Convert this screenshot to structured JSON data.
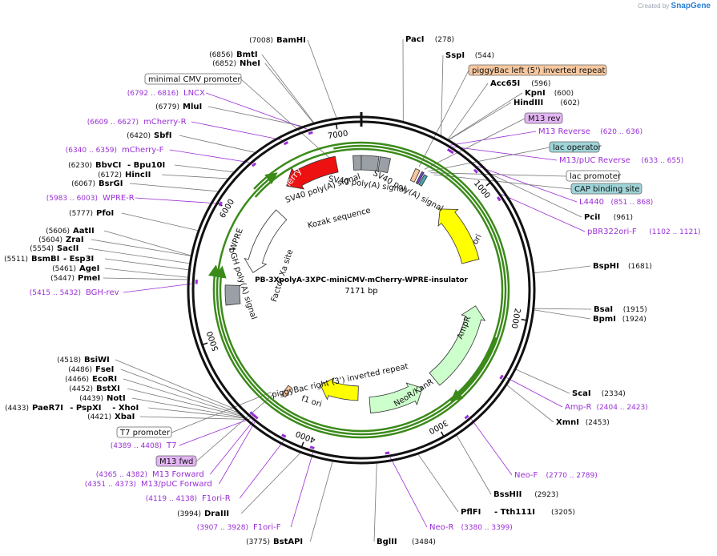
{
  "branding": {
    "created_by": "Created by",
    "brand": "SnapGene"
  },
  "plasmid": {
    "name": "PB-3XpolyA-3XPC-miniCMV-mCherry-WPRE-insulator",
    "size": "7171 bp",
    "length": 7171
  },
  "ticks": [
    "1000",
    "2000",
    "3000",
    "4000",
    "5000",
    "6000",
    "7000"
  ],
  "enzymes": [
    {
      "name": "BamHI",
      "pos": "(7008)"
    },
    {
      "name": "BmtI",
      "pos": "(6856)"
    },
    {
      "name": "NheI",
      "pos": "(6852)"
    },
    {
      "name": "MluI",
      "pos": "(6779)"
    },
    {
      "name": "SbfI",
      "pos": "(6420)"
    },
    {
      "name": "BbvCI",
      "pos": "(6230)",
      "name2": "- Bpu10I"
    },
    {
      "name": "HincII",
      "pos": "(6172)"
    },
    {
      "name": "BsrGI",
      "pos": "(6067)"
    },
    {
      "name": "PfoI",
      "pos": "(5777)"
    },
    {
      "name": "AatII",
      "pos": "(5606)"
    },
    {
      "name": "ZraI",
      "pos": "(5604)"
    },
    {
      "name": "SacII",
      "pos": "(5554)"
    },
    {
      "name": "BsmBI",
      "pos": "(5511)",
      "name2": "- Esp3I"
    },
    {
      "name": "AgeI",
      "pos": "(5461)"
    },
    {
      "name": "PmeI",
      "pos": "(5447)"
    },
    {
      "name": "BsiWI",
      "pos": "(4518)"
    },
    {
      "name": "FseI",
      "pos": "(4486)"
    },
    {
      "name": "EcoRI",
      "pos": "(4466)"
    },
    {
      "name": "BstXI",
      "pos": "(4452)"
    },
    {
      "name": "NotI",
      "pos": "(4439)"
    },
    {
      "name": "PaeR7I",
      "pos": "(4433)",
      "name2": "- PspXI",
      "name3": "- XhoI"
    },
    {
      "name": "XbaI",
      "pos": "(4421)"
    },
    {
      "name": "DraIII",
      "pos": "(3994)"
    },
    {
      "name": "BstAPI",
      "pos": "(3775)"
    },
    {
      "name": "BglII",
      "pos": "(3484)"
    },
    {
      "name": "PflFI",
      "pos": "(3205)",
      "name2": "- Tth111I"
    },
    {
      "name": "BssHII",
      "pos": "(2923)"
    },
    {
      "name": "XmnI",
      "pos": "(2453)"
    },
    {
      "name": "ScaI",
      "pos": "(2334)"
    },
    {
      "name": "BpmI",
      "pos": "(1924)"
    },
    {
      "name": "BsaI",
      "pos": "(1915)"
    },
    {
      "name": "BspHI",
      "pos": "(1681)"
    },
    {
      "name": "PciI",
      "pos": "(961)"
    },
    {
      "name": "HindIII",
      "pos": "(602)"
    },
    {
      "name": "KpnI",
      "pos": "(600)"
    },
    {
      "name": "Acc65I",
      "pos": "(596)"
    },
    {
      "name": "SspI",
      "pos": "(544)"
    },
    {
      "name": "PacI",
      "pos": "(278)"
    }
  ],
  "primers": [
    {
      "name": "LNCX",
      "range": "(6792 .. 6816)"
    },
    {
      "name": "mCherry-R",
      "range": "(6609 .. 6627)"
    },
    {
      "name": "mCherry-F",
      "range": "(6340 .. 6359)"
    },
    {
      "name": "WPRE-R",
      "range": "(5983 .. 6003)"
    },
    {
      "name": "BGH-rev",
      "range": "(5415 .. 5432)"
    },
    {
      "name": "T7",
      "range": "(4389 .. 4408)"
    },
    {
      "name": "M13 Forward",
      "range": "(4365 .. 4382)"
    },
    {
      "name": "M13/pUC Forward",
      "range": "(4351 .. 4373)"
    },
    {
      "name": "F1ori-R",
      "range": "(4119 .. 4138)"
    },
    {
      "name": "F1ori-F",
      "range": "(3907 .. 3928)"
    },
    {
      "name": "Neo-R",
      "range": "(3380 .. 3399)"
    },
    {
      "name": "Neo-F",
      "range": "(2770 .. 2789)"
    },
    {
      "name": "Amp-R",
      "range": "(2404 .. 2423)"
    },
    {
      "name": "pBR322ori-F",
      "range": "(1102 .. 1121)"
    },
    {
      "name": "L4440",
      "range": "(851 .. 868)"
    },
    {
      "name": "M13/pUC Reverse",
      "range": "(633 .. 655)"
    },
    {
      "name": "M13 Reverse",
      "range": "(620 .. 636)"
    }
  ],
  "boxed_features": [
    {
      "name": "minimal CMV promoter",
      "style": "plain"
    },
    {
      "name": "piggyBac left (5') inverted repeat",
      "style": "orange"
    },
    {
      "name": "M13 rev",
      "style": "purple"
    },
    {
      "name": "lac operator",
      "style": "teal"
    },
    {
      "name": "lac promoter",
      "style": "plain"
    },
    {
      "name": "CAP binding site",
      "style": "teal"
    },
    {
      "name": "T7 promoter",
      "style": "plain"
    },
    {
      "name": "M13 fwd",
      "style": "purple"
    }
  ],
  "inner_labels": {
    "mcherry": "mCherry",
    "wpre": "WPRE",
    "bgh": "bGH poly(A) signal",
    "sv40_1": "SV40 poly(A) signal",
    "sv40_2": "SV40 poly(A) signal",
    "sv40_3": "SV40 poly(A) signal",
    "kozak": "Kozak sequence",
    "factor": "Factor Xa site",
    "ori": "ori",
    "ampr": "AmpR",
    "neo": "NeoR/KanR",
    "f1": "f1 ori",
    "pb_right": "piggyBac right (3') inverted repeat"
  },
  "colors": {
    "mcherry": "#ee1111",
    "ori": "#ffff00",
    "ampr": "#ccffcc",
    "grey_feature": "#9aa0a6",
    "primer": "#9a2fd6",
    "orange_box": "#f8c8a0",
    "purple_box": "#e3b5f5",
    "teal_box": "#9fd4d8",
    "orf_arrow": "#3b8a1a"
  }
}
